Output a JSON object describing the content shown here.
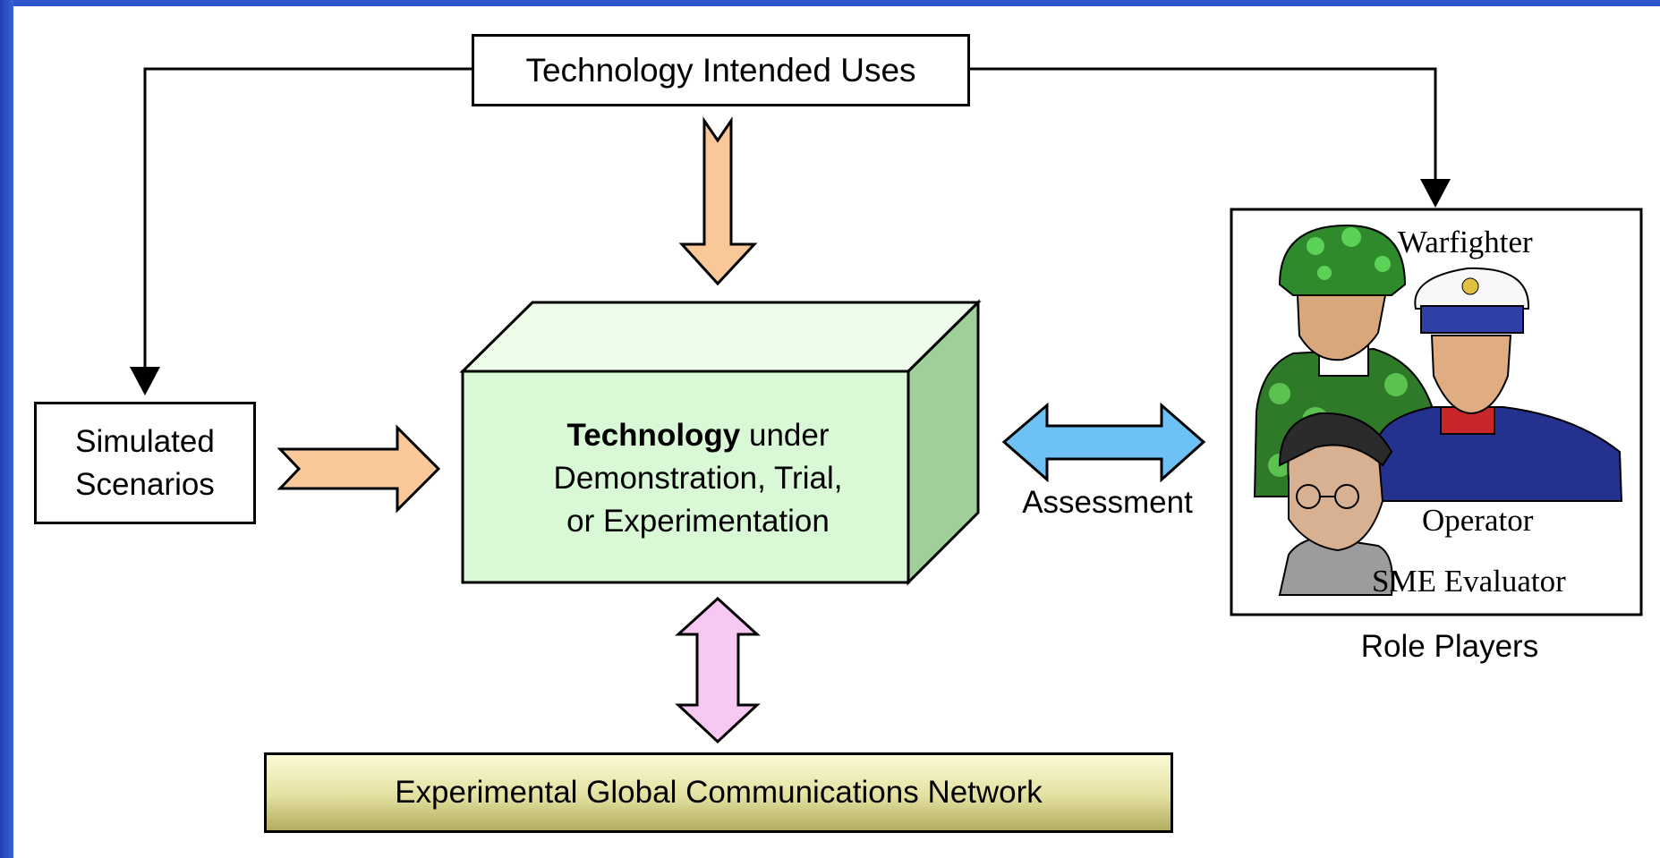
{
  "diagram": {
    "uses_box": "Technology Intended Uses",
    "scenarios_box": [
      "Simulated",
      "Scenarios"
    ],
    "technology_box": {
      "bold": "Technology",
      "line1_rest": " under",
      "line2": "Demonstration, Trial,",
      "line3": "or Experimentation"
    },
    "assessment_label": "Assessment",
    "role_players": {
      "warfighter": "Warfighter",
      "operator": "Operator",
      "sme_evaluator": "SME Evaluator",
      "caption": "Role Players"
    },
    "network_box": "Experimental Global Communications Network"
  },
  "colors": {
    "slide_frame": "#2f55cc",
    "tech_box_front": "#d9f8d6",
    "tech_box_side": "#9fd09a",
    "orange_arrow": "#f8c898",
    "blue_arrow": "#6ec1f5",
    "pink_arrow": "#f6c8f2"
  },
  "icons": [
    "soldier-icon",
    "marine-officer-icon",
    "sme-evaluator-icon"
  ]
}
